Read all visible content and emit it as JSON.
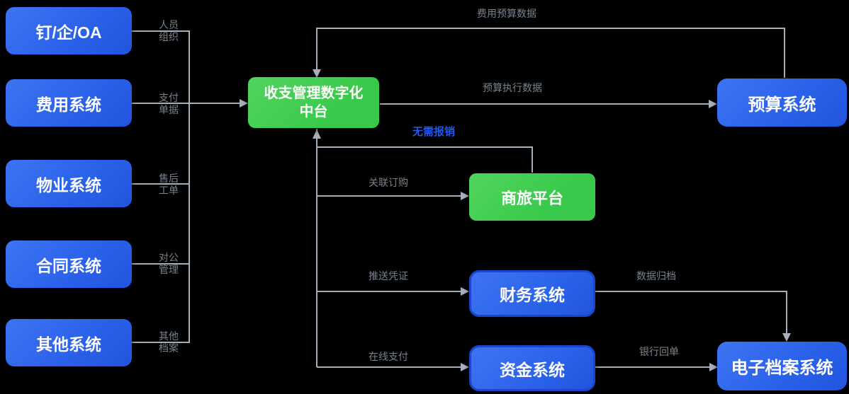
{
  "diagram": {
    "background": "#000000",
    "colors": {
      "background": "#000000",
      "node_blue": "#2b62ea",
      "node_blue_light": "#3e74f2",
      "node_blue_dark": "#2254dd",
      "node_blue_border": "#1c45c9",
      "node_green": "#38c94a",
      "node_green_light": "#52d45f",
      "line_gray": "#a6b0bd",
      "label_gray": "#79828d",
      "label_blue": "#2457eb",
      "text_white": "#ffffff"
    },
    "source_nodes": [
      {
        "label": "钉/企/OA",
        "tag_lines": [
          "人员",
          "组织"
        ]
      },
      {
        "label": "费用系统",
        "tag_lines": [
          "支付",
          "单据"
        ]
      },
      {
        "label": "物业系统",
        "tag_lines": [
          "售后",
          "工单"
        ]
      },
      {
        "label": "合同系统",
        "tag_lines": [
          "对公",
          "管理"
        ]
      },
      {
        "label": "其他系统",
        "tag_lines": [
          "其他",
          "档案"
        ]
      }
    ],
    "hub": {
      "label_line1": "收支管理数字化",
      "label_line2": "中台"
    },
    "target_nodes": {
      "budget": "预算系统",
      "travel": "商旅平台",
      "finance": "财务系统",
      "treasury": "资金系统",
      "archive": "电子档案系统"
    },
    "edge_labels": {
      "budget_data": "费用预算数据",
      "budget_exec": "预算执行数据",
      "no_reimburse": "无需报销",
      "related_order": "关联订购",
      "push_voucher": "推送凭证",
      "online_pay": "在线支付",
      "data_archive": "数据归档",
      "bank_receipt": "银行回单"
    }
  }
}
